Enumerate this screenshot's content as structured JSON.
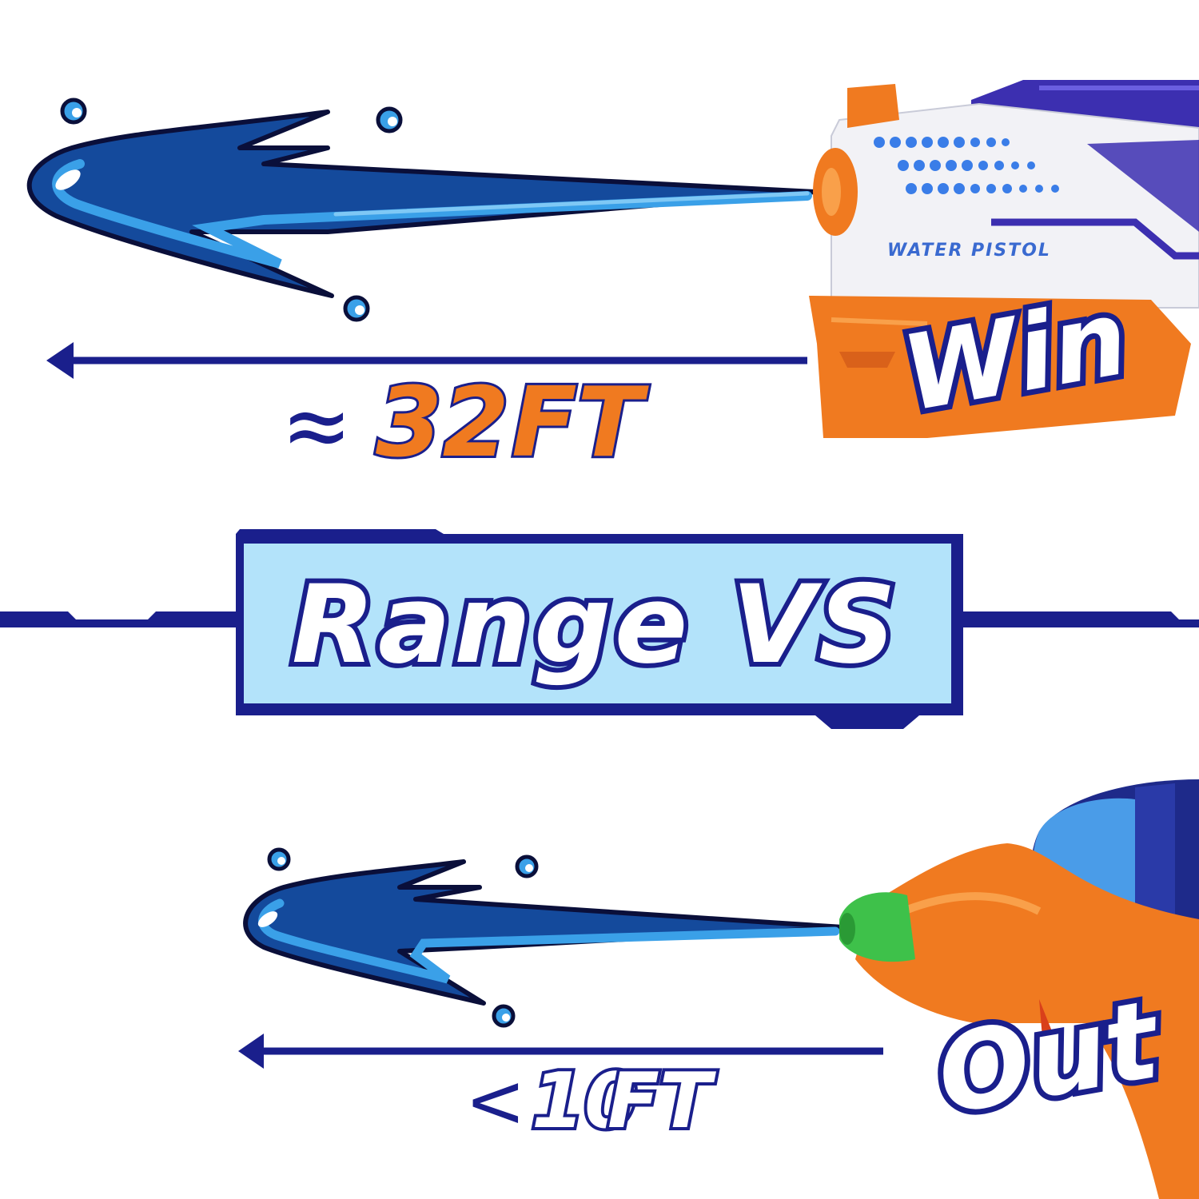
{
  "top": {
    "distance_prefix": "≈",
    "distance_value": "32",
    "distance_unit": "FT",
    "result_label": "Win",
    "gun_label": "WATER PISTOL"
  },
  "banner": {
    "title": "Range VS"
  },
  "bottom": {
    "distance_prefix": "<",
    "distance_value": "10",
    "distance_unit": "FT",
    "result_label": "Out"
  },
  "colors": {
    "navy": "#1a1f8c",
    "orange": "#f07a20",
    "water_dark": "#144a9c",
    "water_light": "#3aa0e8",
    "banner_fill": "#b3e3fa",
    "white": "#ffffff"
  },
  "icons": [
    "water-splash-icon",
    "water-drop-icon",
    "arrow-left-icon",
    "water-pistol-icon"
  ]
}
